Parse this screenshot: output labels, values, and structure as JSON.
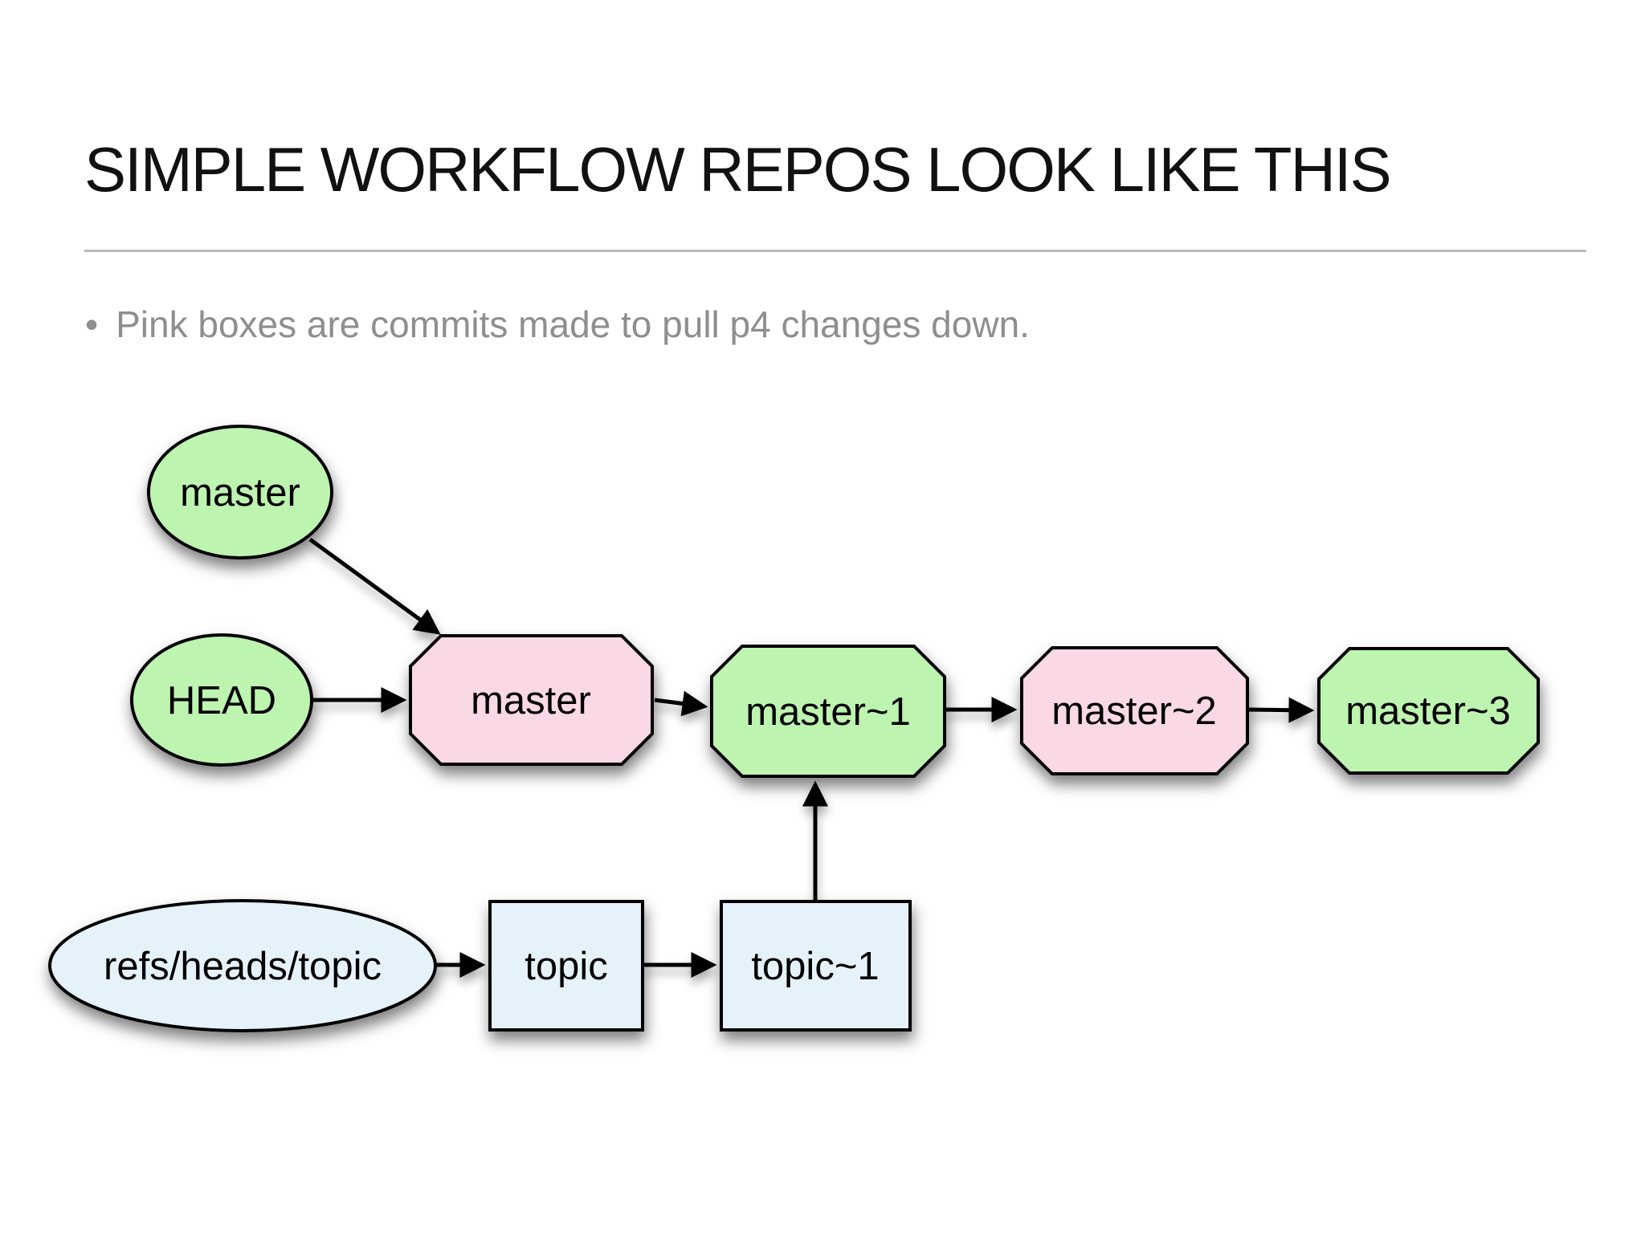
{
  "slide": {
    "title": "SIMPLE WORKFLOW REPOS LOOK LIKE THIS",
    "bullet_marker": "•",
    "bullet": "Pink boxes are commits made to pull p4 changes down."
  },
  "colors": {
    "title_text": "#111111",
    "bullet_text": "#8e8e8e",
    "divider": "#bababa",
    "node_green": "#bdf4b0",
    "node_pink": "#fad8e5",
    "node_blue": "#e6f2fa",
    "node_border": "#000000",
    "edge": "#000000"
  },
  "diagram": {
    "nodes": [
      {
        "id": "master-ref",
        "label": "master",
        "shape": "ellipse",
        "color": "green"
      },
      {
        "id": "head-ref",
        "label": "HEAD",
        "shape": "ellipse",
        "color": "green"
      },
      {
        "id": "master-commit",
        "label": "master",
        "shape": "octagon",
        "color": "pink"
      },
      {
        "id": "master-1",
        "label": "master~1",
        "shape": "octagon",
        "color": "green"
      },
      {
        "id": "master-2",
        "label": "master~2",
        "shape": "octagon",
        "color": "pink"
      },
      {
        "id": "master-3",
        "label": "master~3",
        "shape": "octagon",
        "color": "green"
      },
      {
        "id": "topic-ref",
        "label": "refs/heads/topic",
        "shape": "ellipse",
        "color": "blue"
      },
      {
        "id": "topic",
        "label": "topic",
        "shape": "rect",
        "color": "blue"
      },
      {
        "id": "topic-1",
        "label": "topic~1",
        "shape": "rect",
        "color": "blue"
      }
    ],
    "edges": [
      {
        "from": "master-ref",
        "to": "master-commit"
      },
      {
        "from": "head-ref",
        "to": "master-commit"
      },
      {
        "from": "master-commit",
        "to": "master-1"
      },
      {
        "from": "master-1",
        "to": "master-2"
      },
      {
        "from": "master-2",
        "to": "master-3"
      },
      {
        "from": "topic-ref",
        "to": "topic"
      },
      {
        "from": "topic",
        "to": "topic-1"
      },
      {
        "from": "topic-1",
        "to": "master-1"
      }
    ]
  }
}
